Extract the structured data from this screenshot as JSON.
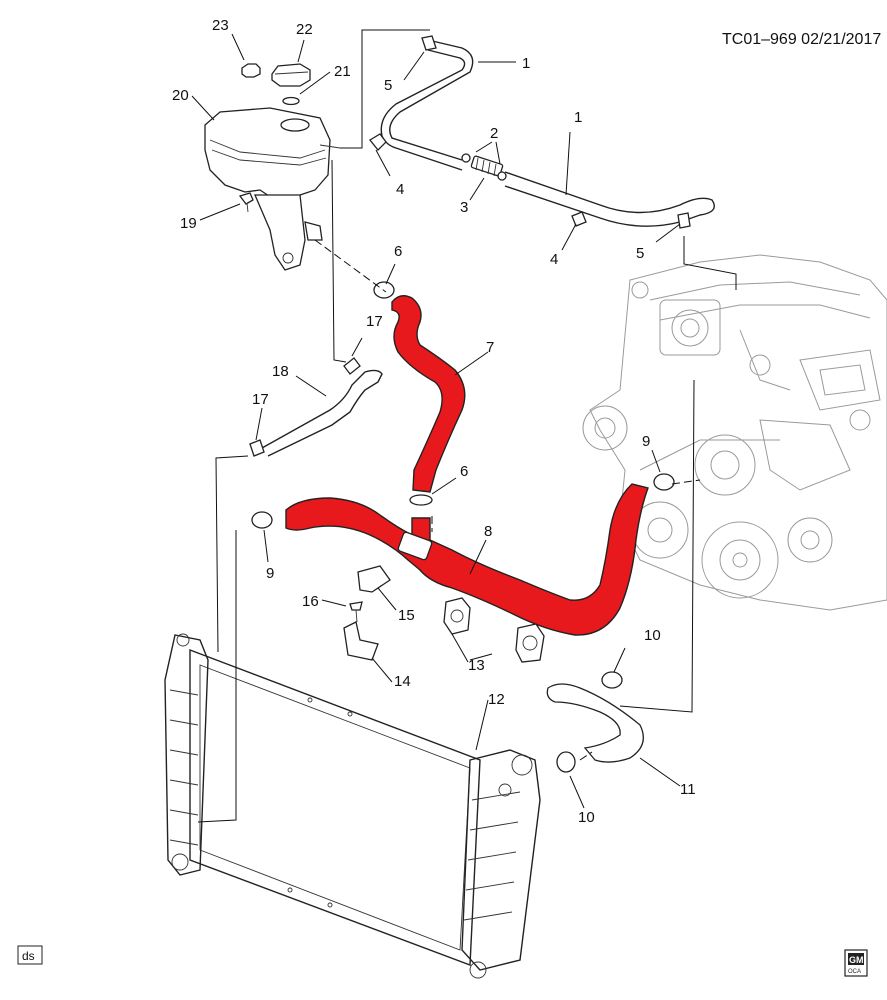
{
  "diagram_code": "TC01–969 02/21/2017",
  "footer": {
    "left_tag": "ds",
    "logo_top": "GM",
    "logo_bottom": "OCA"
  },
  "callouts": {
    "n1a": "1",
    "n1b": "1",
    "n2": "2",
    "n3": "3",
    "n4a": "4",
    "n4b": "4",
    "n5a": "5",
    "n5b": "5",
    "n6a": "6",
    "n6b": "6",
    "n7": "7",
    "n8": "8",
    "n9a": "9",
    "n9b": "9",
    "n10a": "10",
    "n10b": "10",
    "n11": "11",
    "n12": "12",
    "n13": "13",
    "n14": "14",
    "n15": "15",
    "n16": "16",
    "n17a": "17",
    "n17b": "17",
    "n18": "18",
    "n19": "19",
    "n20": "20",
    "n21": "21",
    "n22": "22",
    "n23": "23"
  },
  "colors": {
    "highlight_hose": "#e8191c",
    "line": "#222222",
    "engine": "#9a9a9a"
  }
}
